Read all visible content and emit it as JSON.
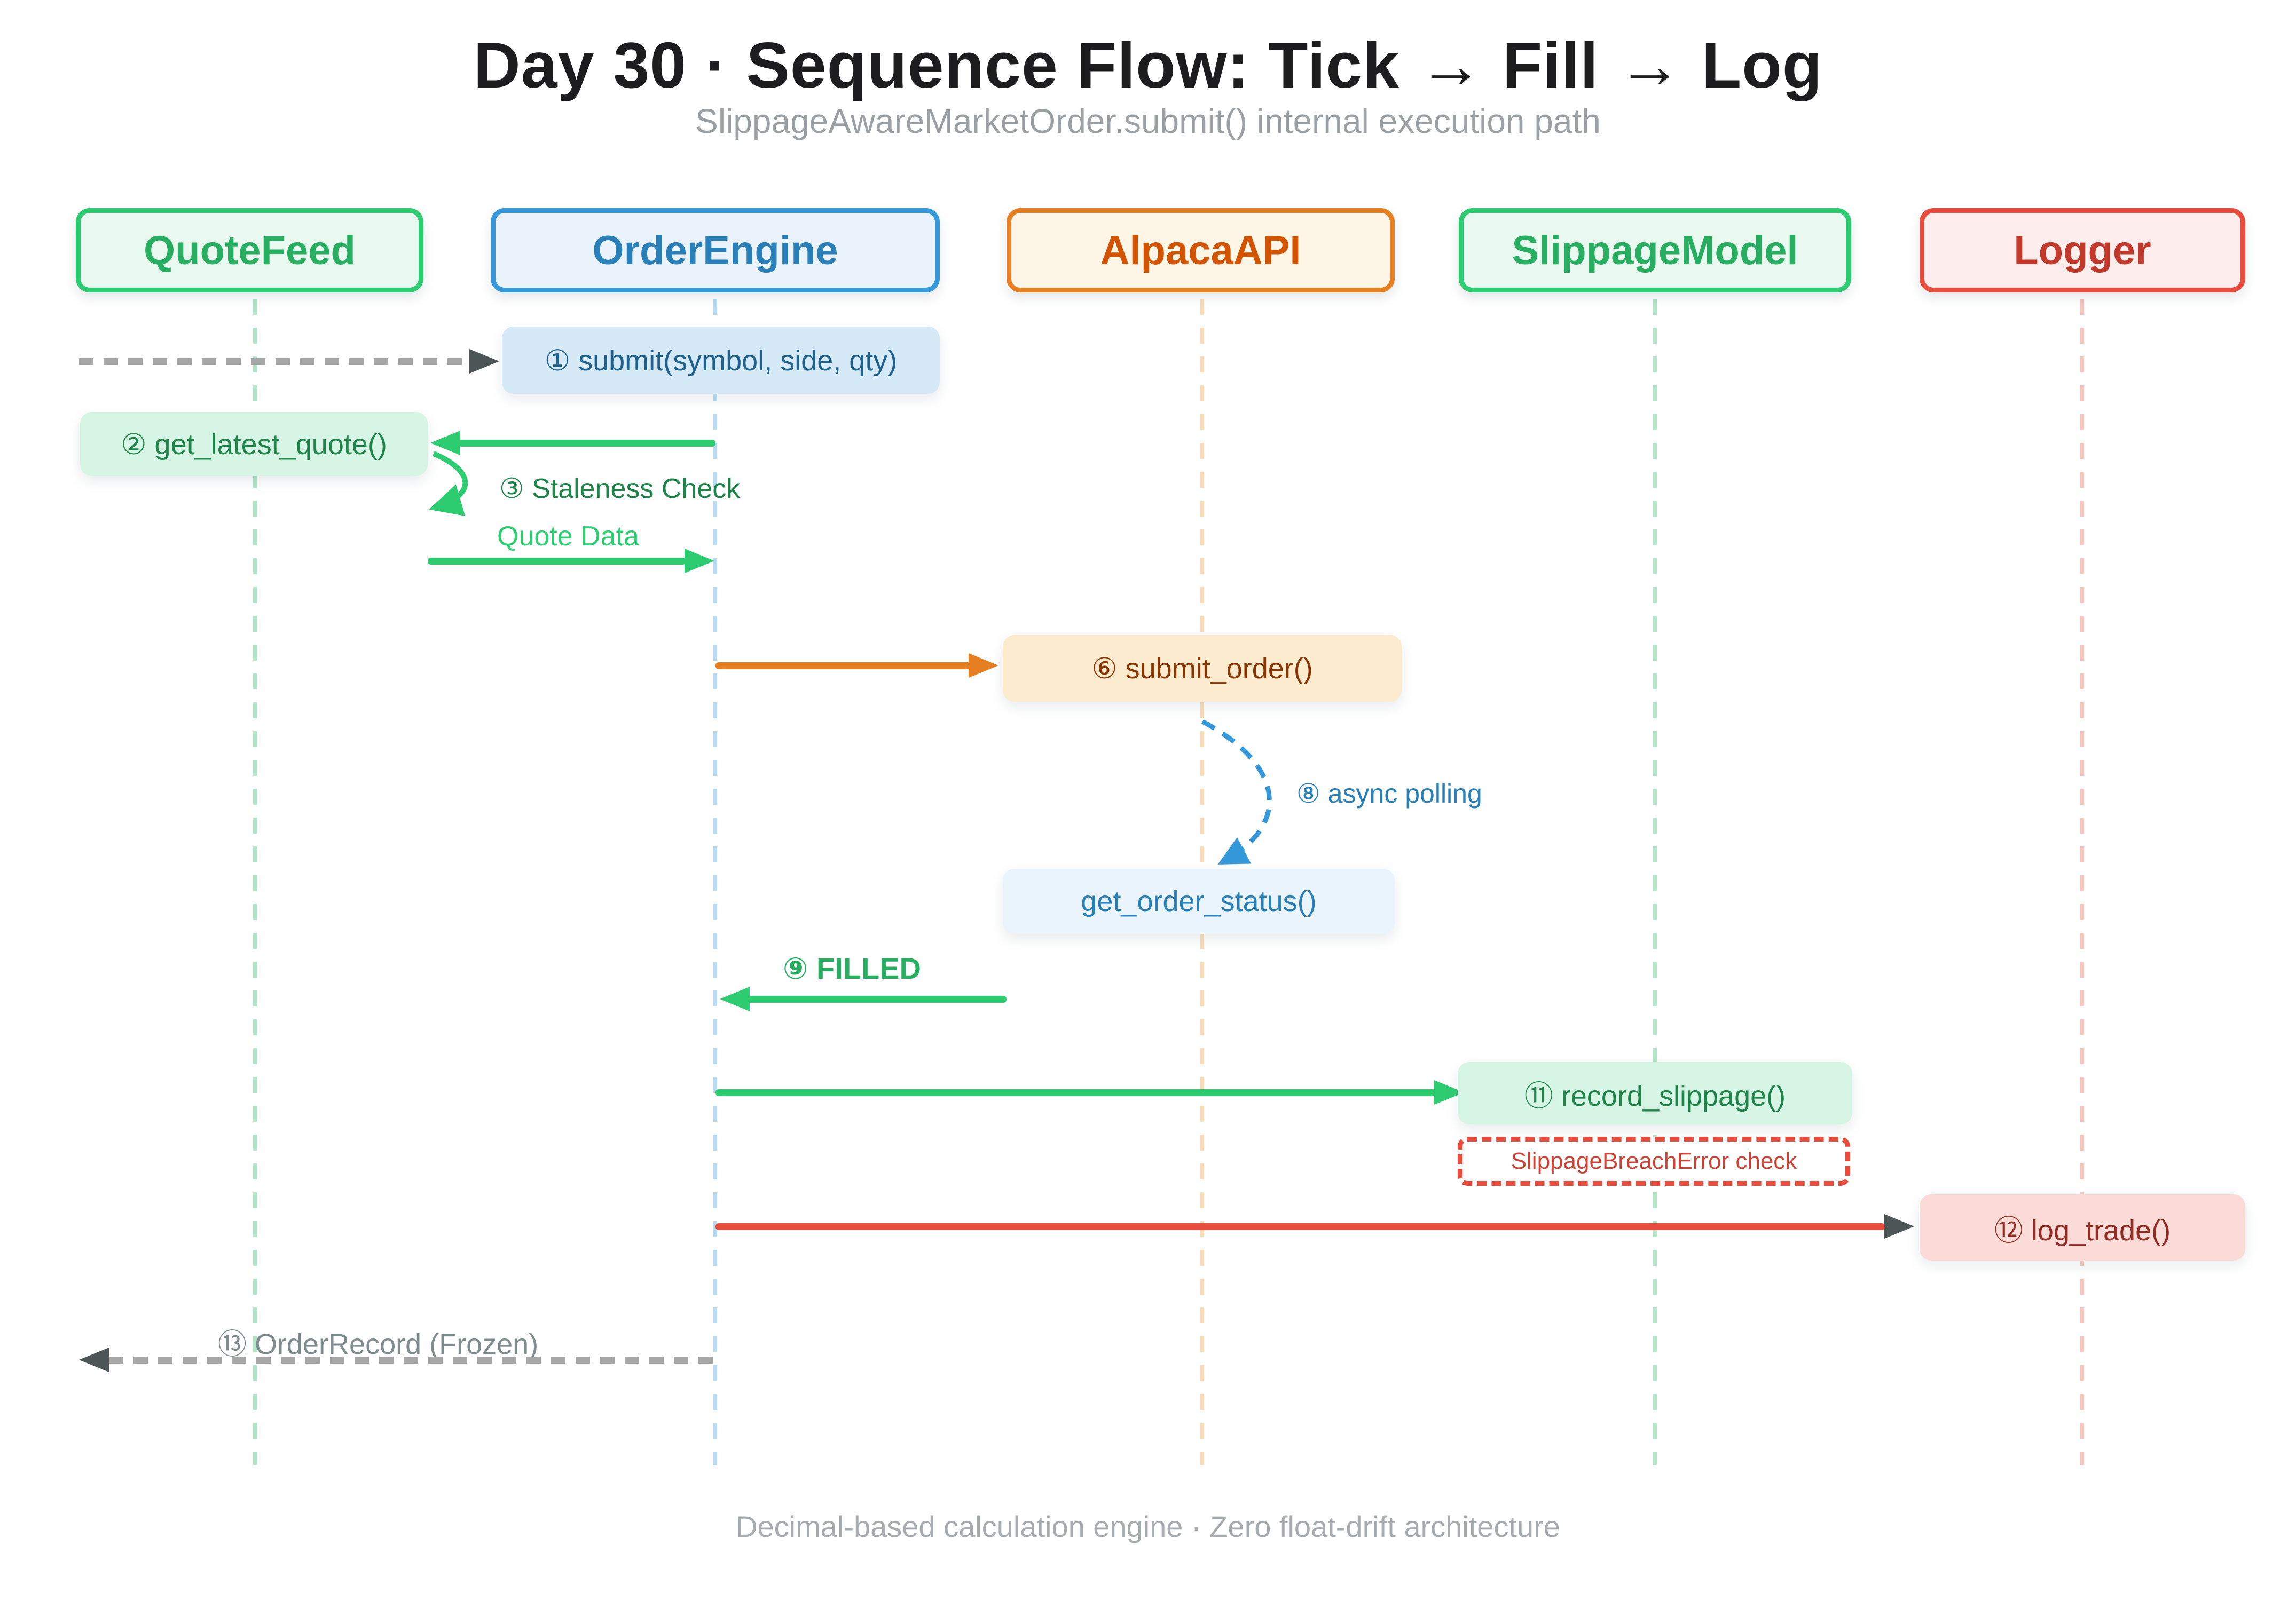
{
  "title": "Day 30 · Sequence Flow: Tick → Fill → Log",
  "subtitle": "SlippageAwareMarketOrder.submit() internal execution path",
  "footer": "Decimal-based calculation engine · Zero float-drift architecture",
  "actors": [
    {
      "label": "QuoteFeed"
    },
    {
      "label": "OrderEngine"
    },
    {
      "label": "AlpacaAPI"
    },
    {
      "label": "SlippageModel"
    },
    {
      "label": "Logger"
    }
  ],
  "messages": {
    "submit": {
      "label": "① submit(symbol, side, qty)"
    },
    "get_latest_quote": {
      "label": "② get_latest_quote()"
    },
    "staleness": {
      "label": "③ Staleness Check"
    },
    "quote_data": {
      "label": "Quote Data"
    },
    "submit_order": {
      "label": "⑥ submit_order()"
    },
    "async_polling": {
      "label": "⑧ async polling"
    },
    "get_order_status": {
      "label": "get_order_status()"
    },
    "filled": {
      "label": "⑨ FILLED"
    },
    "record_slippage": {
      "label": "⑪ record_slippage()"
    },
    "breach_check": {
      "label": "SlippageBreachError check"
    },
    "log_trade": {
      "label": "⑫ log_trade()"
    },
    "order_record": {
      "label": "⑬ OrderRecord (Frozen)"
    }
  },
  "palette": {
    "green": "#2ecc71",
    "green_dark": "#1e8449",
    "blue": "#3498db",
    "blue_dark": "#1f618d",
    "orange": "#e67e22",
    "orange_dark": "#873600",
    "red": "#e74c3c",
    "red_dark": "#922b21",
    "gray": "#7f8c8d"
  }
}
